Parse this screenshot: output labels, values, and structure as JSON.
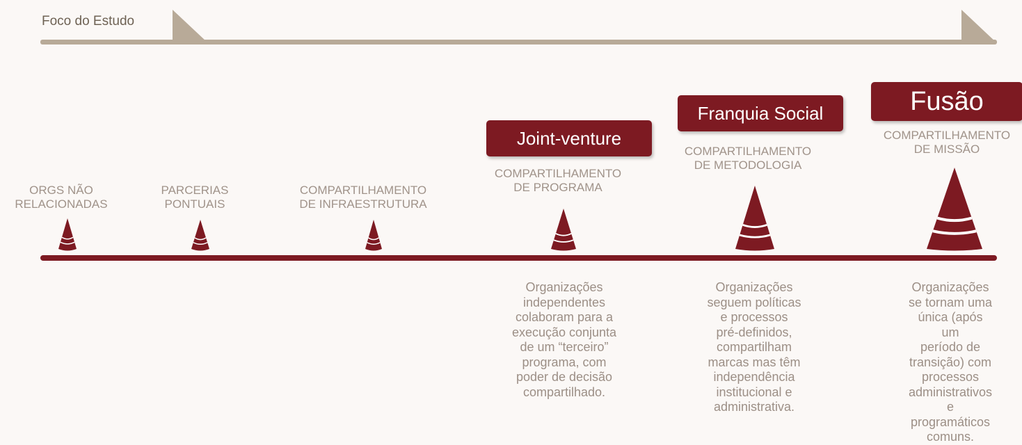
{
  "focus": {
    "label": "Foco do Estudo"
  },
  "stages": [
    {
      "label": "ORGS NÃO\nRELACIONADAS"
    },
    {
      "label": "PARCERIAS\nPONTUAIS"
    },
    {
      "label": "COMPARTILHAMENTO\nDE INFRAESTRUTURA"
    },
    {
      "title": "Joint-venture",
      "label": "COMPARTILHAMENTO\nDE PROGRAMA",
      "description": "Organizações\nindependentes\ncolaboram para a\nexecução conjunta\nde um “terceiro”\nprograma, com\npoder de decisão\ncompartilhado."
    },
    {
      "title": "Franquia Social",
      "label": "COMPARTILHAMENTO\nDE METODOLOGIA",
      "description": "Organizações\nseguem políticas\ne processos\npré-definidos,\ncompartilham\nmarcas mas têm\nindependência\ninstitucional e\nadministrativa."
    },
    {
      "title": "Fusão",
      "label": "COMPARTILHAMENTO\nDE MISSÃO",
      "description": "Organizações\nse tornam uma\núnica (após um\nperíodo de\ntransição) com\nprocessos\nadministrativos\ne programáticos\ncomuns."
    }
  ],
  "colors": {
    "primary": "#7d1a22",
    "arrow": "#b8aa98",
    "label": "#a0938a",
    "description": "#9c8f86"
  }
}
